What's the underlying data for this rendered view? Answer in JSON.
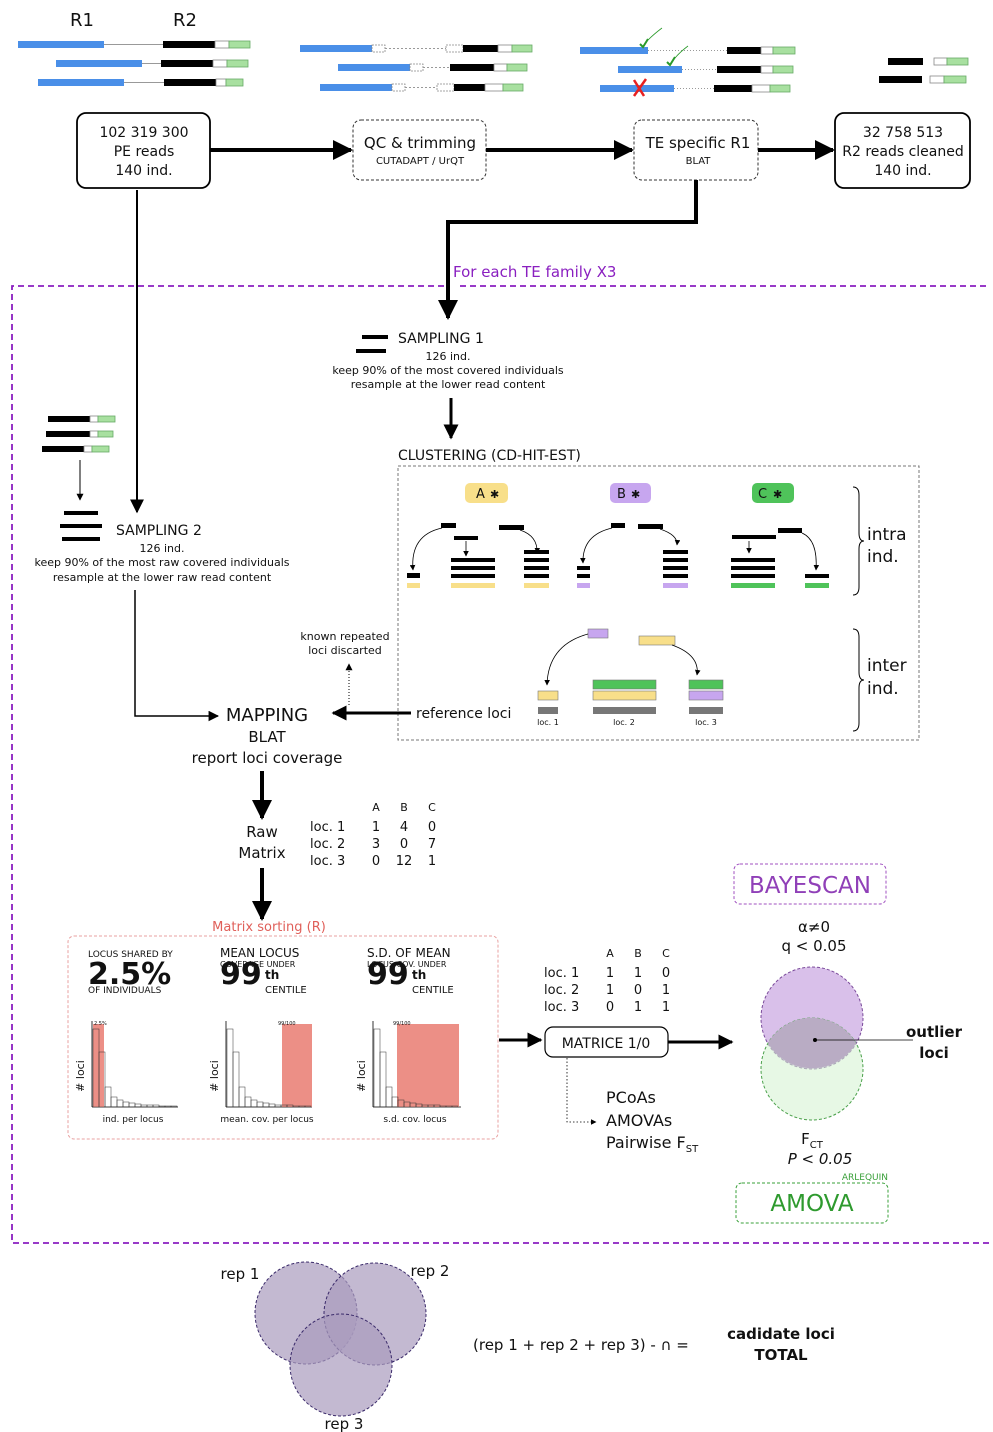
{
  "top": {
    "r1": "R1",
    "r2": "R2",
    "box_reads": [
      "102 319 300",
      "PE reads",
      "140 ind."
    ],
    "box_qc": {
      "title": "QC & trimming",
      "sub": "CUTADAPT / UrQT"
    },
    "box_te": {
      "title": "TE specific R1",
      "sub": "BLAT"
    },
    "box_clean": [
      "32 758 513",
      "R2 reads cleaned",
      "140 ind."
    ],
    "for_each": "For each TE family X3"
  },
  "sampling1": {
    "title": "SAMPLING 1",
    "lines": [
      "126 ind.",
      "keep 90% of the most covered individuals",
      "resample at the lower read content"
    ]
  },
  "sampling2": {
    "title": "SAMPLING 2",
    "lines": [
      "126 ind.",
      "keep 90% of the most raw covered individuals",
      "resample at the lower raw read content"
    ]
  },
  "clustering": {
    "title": "CLUSTERING (CD-HIT-EST)",
    "groups": [
      {
        "label": "A",
        "color": "#f8df8a"
      },
      {
        "label": "B",
        "color": "#c7a6ef"
      },
      {
        "label": "C",
        "color": "#4fc35a"
      }
    ],
    "intra": [
      "intra",
      "ind."
    ],
    "inter": [
      "inter",
      "ind."
    ],
    "loci": [
      "loc. 1",
      "loc. 2",
      "loc. 3"
    ],
    "reference": "reference loci"
  },
  "mapping": {
    "title": "MAPPING",
    "sub": [
      "BLAT",
      "report loci coverage"
    ],
    "known": [
      "known repeated",
      "loci discarted"
    ]
  },
  "raw_matrix": {
    "label": [
      "Raw",
      "Matrix"
    ],
    "cols": [
      "A",
      "B",
      "C"
    ],
    "rows": [
      {
        "name": "loc. 1",
        "vals": [
          "1",
          "4",
          "0"
        ]
      },
      {
        "name": "loc. 2",
        "vals": [
          "3",
          "0",
          "7"
        ]
      },
      {
        "name": "loc. 3",
        "vals": [
          "0",
          "12",
          "1"
        ]
      }
    ]
  },
  "sorting": {
    "title": "Matrix sorting (R)",
    "panels": [
      {
        "top": "LOCUS SHARED BY",
        "big": "2.5%",
        "sup": "",
        "mid": "",
        "bottom": "OF INDIVIDUALS",
        "ylabel": "# loci",
        "xlabel": "ind. per locus",
        "marker": "2.5%"
      },
      {
        "top": "MEAN LOCUS",
        "big": "99",
        "sup": "th",
        "mid": "COVERAGE UNDER",
        "bottom": "CENTILE",
        "ylabel": "# loci",
        "xlabel": "mean. cov. per locus",
        "marker": "99/100"
      },
      {
        "top": "S.D. OF MEAN",
        "big": "99",
        "sup": "th",
        "mid": "LOCUS COV. UNDER",
        "bottom": "CENTILE",
        "ylabel": "# loci",
        "xlabel": "s.d. cov. locus",
        "marker": "99/100"
      }
    ]
  },
  "binary_matrix": {
    "cols": [
      "A",
      "B",
      "C"
    ],
    "rows": [
      {
        "name": "loc. 1",
        "vals": [
          "1",
          "1",
          "0"
        ]
      },
      {
        "name": "loc. 2",
        "vals": [
          "1",
          "0",
          "1"
        ]
      },
      {
        "name": "loc. 3",
        "vals": [
          "0",
          "1",
          "1"
        ]
      }
    ],
    "box": "MATRICE 1/0",
    "outputs": [
      "PCoAs",
      "AMOVAs",
      "Pairwise F"
    ],
    "outputs_sub": "ST"
  },
  "analysis": {
    "bayescan": "BAYESCAN",
    "alpha": "α≠0",
    "q": "q < 0.05",
    "outlier": [
      "outlier",
      "loci"
    ],
    "fct": "F",
    "fct_sub": "CT",
    "p": "P < 0.05",
    "arlequin": "ARLEQUIN",
    "amova": "AMOVA"
  },
  "reps": {
    "labels": [
      "rep 1",
      "rep 2",
      "rep 3"
    ],
    "formula": "(rep 1 + rep 2 + rep 3) - ∩ =",
    "result": [
      "cadidate loci",
      "TOTAL"
    ]
  },
  "colors": {
    "blue": "#4a8fe8",
    "green_light": "#a8e0a0",
    "purple_dash": "#8a1fc0",
    "purple_circle": "#d9c0ea",
    "green_circle": "#d4f2d0",
    "rep_circle": "#a99bbd",
    "salmon": "#ec8f86"
  }
}
